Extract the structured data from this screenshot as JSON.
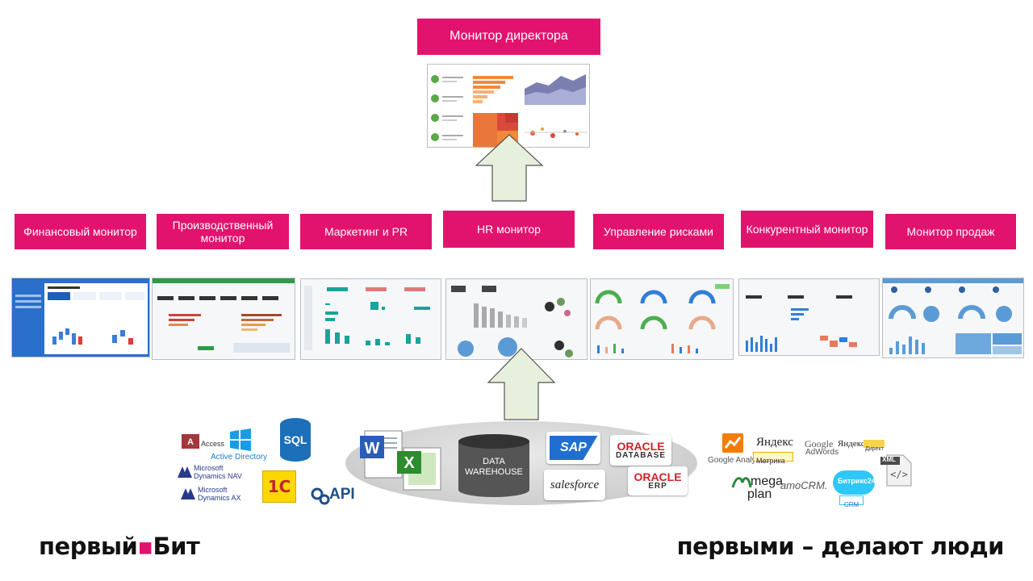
{
  "top_box": {
    "label": "Монитор директора"
  },
  "monitors": [
    {
      "label": "Финансовый монитор"
    },
    {
      "label": "Производственный монитор"
    },
    {
      "label": "Маркетинг и PR"
    },
    {
      "label": "HR монитор"
    },
    {
      "label": "Управление рисками"
    },
    {
      "label": "Конкурентный монитор"
    },
    {
      "label": "Монитор продаж"
    }
  ],
  "sources_left": {
    "access": "Access",
    "active_directory": "Active Directory",
    "sql": "SQL",
    "dynamics_nav": "Microsoft Dynamics NAV",
    "dynamics_ax": "Microsoft Dynamics AX",
    "one_c": "1С",
    "api": "API"
  },
  "sources_center": {
    "warehouse": "DATA WAREHOUSE",
    "sap": "SAP",
    "oracle_db_1": "ORACLE",
    "oracle_db_2": "DATABASE",
    "salesforce": "salesforce",
    "oracle_erp_1": "ORACLE",
    "oracle_erp_2": "ERP"
  },
  "sources_right": {
    "google_analytics": "Google Analytics",
    "yandex": "Яндекс",
    "metrika": "Метрика",
    "google_adwords_1": "Google",
    "google_adwords_2": "AdWords",
    "yandex_direct": "Яндекс",
    "direct": "Директ",
    "megaplan_1": "mega",
    "megaplan_2": "plan",
    "amocrm": "amoCRM.",
    "bitrix": "Битрикс24",
    "crm": "CRM",
    "xml": "XML"
  },
  "footer": {
    "brand_1": "первый",
    "brand_2": "Бит",
    "tagline": "первыми – делают люди"
  },
  "colors": {
    "accent": "#e2136e",
    "arrow_fill": "#e6f0dc",
    "arrow_stroke": "#555555"
  }
}
